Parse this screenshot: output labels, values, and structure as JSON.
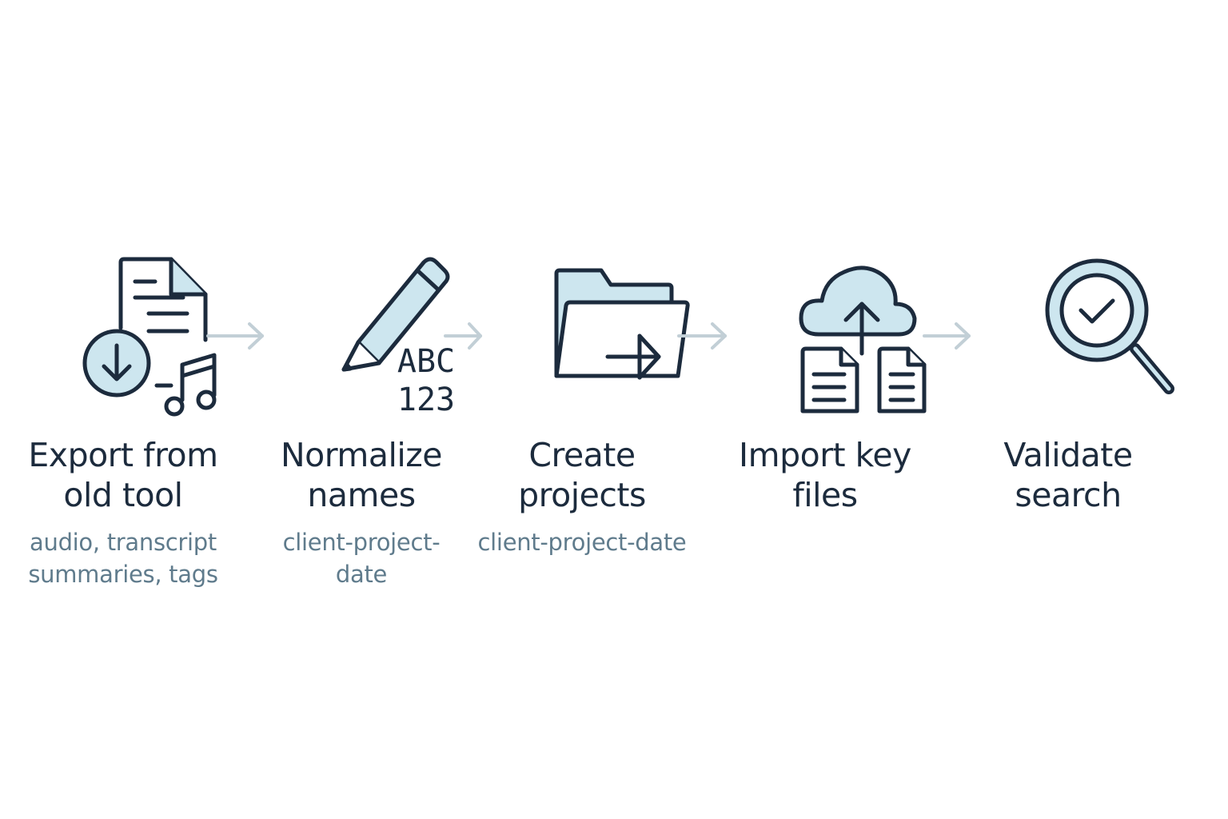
{
  "steps": [
    {
      "icon": "export-icon",
      "title_lines": [
        "Export from",
        "old tool"
      ],
      "subtitle_lines": [
        "audio, transcript",
        "summaries, tags"
      ]
    },
    {
      "icon": "rename-icon",
      "title_lines": [
        "Normalize",
        "names"
      ],
      "subtitle_lines": [
        "client-project-",
        "date"
      ],
      "icon_text": [
        "ABC",
        "123"
      ]
    },
    {
      "icon": "folder-icon",
      "title_lines": [
        "Create",
        "projects"
      ],
      "subtitle_lines": [
        "client-project-date"
      ]
    },
    {
      "icon": "cloud-upload-icon",
      "title_lines": [
        "Import key",
        "files"
      ],
      "subtitle_lines": []
    },
    {
      "icon": "magnifier-check-icon",
      "title_lines": [
        "Validate",
        "search"
      ],
      "subtitle_lines": []
    }
  ],
  "colors": {
    "stroke": "#1c2b3d",
    "fill": "#cde6ef",
    "arrow": "#c2cfd6",
    "title": "#1c2b3d",
    "subtitle": "#5f7b8c"
  }
}
